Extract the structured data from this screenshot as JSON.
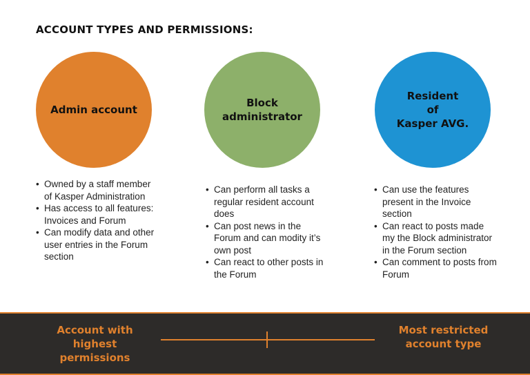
{
  "heading": "ACCOUNT TYPES AND PERMISSIONS:",
  "accounts": [
    {
      "title": "Admin account",
      "color": "#e0812d",
      "permissions": [
        "Owned by a staff member of Kasper Administration",
        "Has access to all features: Invoices and Forum",
        "Can modify data and other user entries in the Forum section"
      ]
    },
    {
      "title": "Block\nadministrator",
      "color": "#8db06a",
      "permissions": [
        "Can perform all tasks a regular resident account does",
        "Can post news in the Forum and can modity it’s own post",
        "Can react to other posts in the Forum"
      ]
    },
    {
      "title": "Resident\nof\nKasper AVG.",
      "color": "#1e93d3",
      "permissions": [
        "Can use the features present in the Invoice section",
        "Can react to posts made my the Block administrator in the Forum section",
        "Can comment to posts from Forum"
      ]
    }
  ],
  "scale": {
    "left_label": "Account with highest\npermissions",
    "right_label": "Most restricted\naccount type",
    "accent": "#e0812d",
    "background": "#2d2b29"
  }
}
